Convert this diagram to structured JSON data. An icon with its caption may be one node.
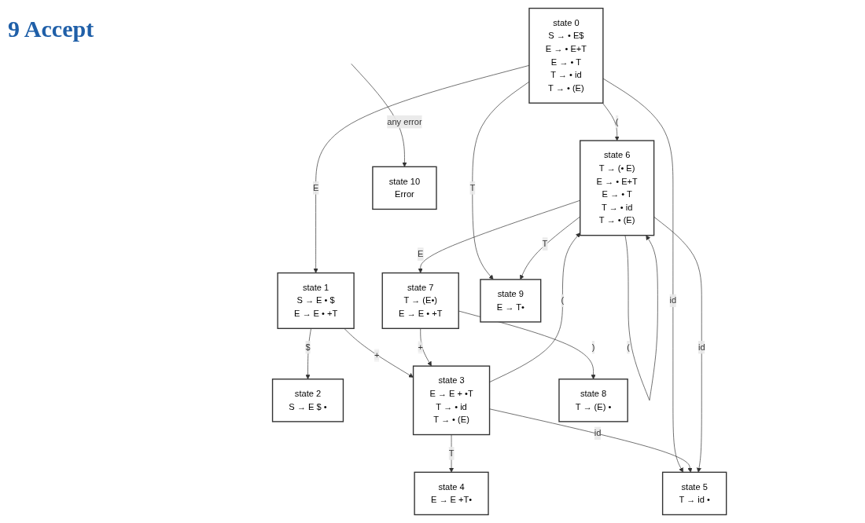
{
  "diagram": {
    "nodes": [
      {
        "text": [
          "state 0",
          "S → • E$",
          "E → • E+T",
          "E → • T",
          "T → • id",
          "T → • (E)"
        ]
      },
      {
        "text": [
          "state 1",
          "S → E • $",
          "E → E • +T"
        ]
      },
      {
        "text": [
          "state 2",
          "S → E $ •"
        ]
      },
      {
        "text": [
          "state 3",
          "E → E + •T",
          "T → • id",
          "T → • (E)"
        ]
      },
      {
        "text": [
          "state 4",
          "E → E +T•"
        ]
      },
      {
        "text": [
          "state 5",
          "T → id •"
        ]
      },
      {
        "text": [
          "state 6",
          "T → (• E)",
          "E → • E+T",
          "E → • T",
          "T → • id",
          "T → • (E)"
        ]
      },
      {
        "text": [
          "state 7",
          "T → (E•)",
          "E → E • +T"
        ]
      },
      {
        "text": [
          "state 8",
          "T → (E) •"
        ]
      },
      {
        "text": [
          "state 9",
          "E → T•"
        ]
      },
      {
        "text": [
          "state 10",
          "Error"
        ]
      }
    ],
    "edges": [
      {
        "from": 0,
        "to": 9,
        "arrow": "to",
        "label": "T"
      },
      {
        "from": 0,
        "to": 6,
        "arrow": "to",
        "label": "("
      },
      {
        "from": 0,
        "to": 5,
        "arrow": "to",
        "label": "id"
      },
      {
        "from": 0,
        "to": 1,
        "arrow": "to",
        "label": "E"
      },
      {
        "from": 1,
        "to": 3,
        "arrow": "to",
        "label": "+"
      },
      {
        "from": 1,
        "to": 2,
        "arrow": "to",
        "label": "$"
      },
      {
        "from": 3,
        "to": 5,
        "arrow": "to",
        "label": "id"
      },
      {
        "from": 3,
        "to": 6,
        "arrow": "to",
        "label": "("
      },
      {
        "from": 3,
        "to": 4,
        "arrow": "to",
        "label": "T"
      },
      {
        "from": 6,
        "to": 5,
        "arrow": "to",
        "label": "id"
      },
      {
        "from": 6,
        "to": 9,
        "arrow": "to",
        "label": "T"
      },
      {
        "from": 6,
        "to": 6,
        "arrow": "to",
        "label": "("
      },
      {
        "from": 6,
        "to": 7,
        "arrow": "to",
        "label": "E"
      },
      {
        "from": 7,
        "to": 3,
        "arrow": "to",
        "label": "+"
      },
      {
        "from": 7,
        "to": 8,
        "arrow": "to",
        "label": ")"
      },
      {
        "from": null,
        "to": 10,
        "arrow": "to",
        "label": "any error"
      }
    ],
    "labels": [
      "9 Accept"
    ]
  }
}
